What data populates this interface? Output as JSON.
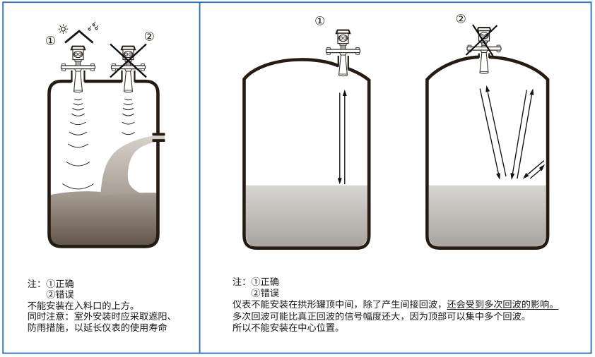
{
  "figure": {
    "type": "installation-instruction-diagram",
    "colors": {
      "panel_border": "#2e74b5",
      "tank_outline": "#241b13",
      "material_dark": "#5e5248",
      "material_light": "#d7d2cc",
      "liquid_gray_top": "#d8d6d3",
      "liquid_gray_bottom": "#a7a49f",
      "ink": "#151515"
    }
  },
  "left_panel": {
    "label_correct": "①",
    "label_wrong": "②",
    "notes": {
      "line1": "注：①正确",
      "line2": "②错误",
      "line3": "不能安装在入料口的上方。",
      "line4": "同时注意：室外安装时应采取遮阳、",
      "line5": "防雨措施，以延长仪表的使用寿命"
    }
  },
  "right_panel": {
    "label_correct": "①",
    "label_wrong": "②",
    "notes": {
      "line1": "注：①正确",
      "line2": "②错误",
      "line3_pre": "仪表不能安装在拱形罐顶中间，除了产生间接回波，",
      "line3_underlined": "还会受到多次回波的影响。",
      "line4": "多次回波可能比真正回波的信号幅度还大，因为顶部可以集中多个回波。",
      "line5": "所以不能安装在中心位置。"
    }
  }
}
